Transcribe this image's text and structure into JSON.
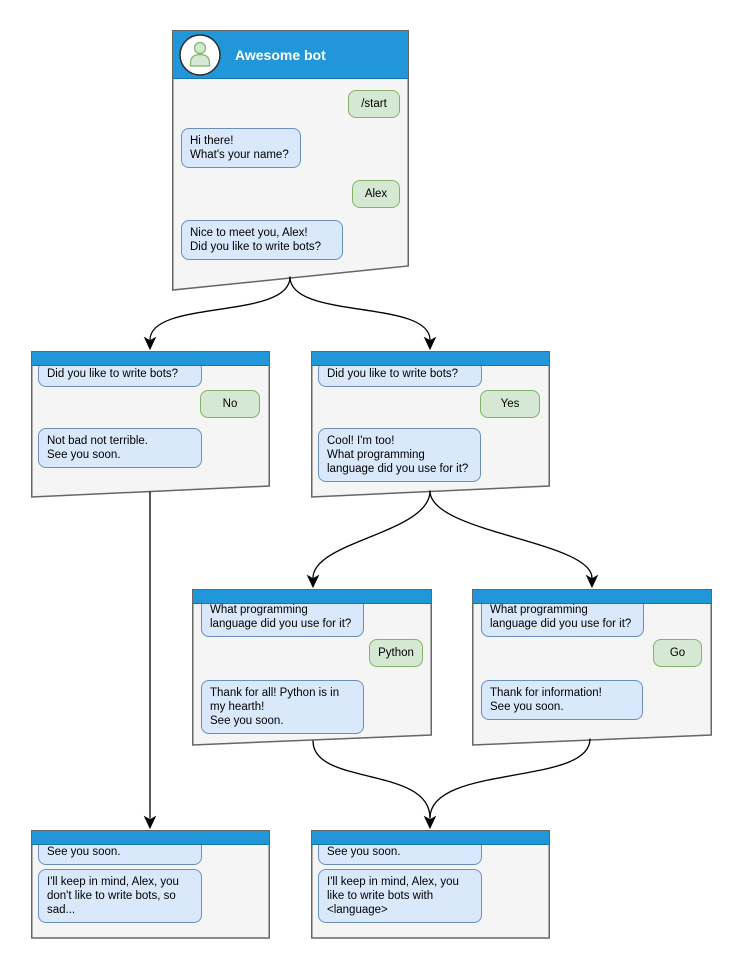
{
  "colors": {
    "header_blue": "#2196D8",
    "window_fill": "#F5F5F5",
    "window_border": "#666666",
    "bubble_blue_fill": "#DAE8FC",
    "bubble_blue_border": "#6C8EBF",
    "bubble_green_fill": "#D5E8D4",
    "bubble_green_border": "#82B366",
    "connector": "#000000",
    "avatar_fill": "#FFFFFF",
    "avatar_person_fill": "#D5E8D4",
    "avatar_person_stroke": "#82B366"
  },
  "icons": {
    "avatar": "person-silhouette",
    "arrow": "filled-arrowhead-down"
  },
  "windows": [
    {
      "id": "main",
      "title": "Awesome bot",
      "messages": [
        {
          "from": "user",
          "text": "/start"
        },
        {
          "from": "bot",
          "text": "Hi there!\nWhat's your name?"
        },
        {
          "from": "user",
          "text": "Alex"
        },
        {
          "from": "bot",
          "text": "Nice to meet you, Alex!\nDid you like to write bots?"
        }
      ]
    },
    {
      "id": "branch-no",
      "messages": [
        {
          "from": "bot",
          "text": "Did you like to write bots?"
        },
        {
          "from": "user",
          "text": "No"
        },
        {
          "from": "bot",
          "text": "Not bad not terrible.\nSee you soon."
        }
      ]
    },
    {
      "id": "branch-yes",
      "messages": [
        {
          "from": "bot",
          "text": "Did you like to write bots?"
        },
        {
          "from": "user",
          "text": "Yes"
        },
        {
          "from": "bot",
          "text": "Cool! I'm too!\nWhat programming\nlanguage did you use for it?"
        }
      ]
    },
    {
      "id": "branch-python",
      "messages": [
        {
          "from": "bot",
          "text": "What programming\nlanguage did you use for it?"
        },
        {
          "from": "user",
          "text": "Python"
        },
        {
          "from": "bot",
          "text": "Thank for all! Python is in\nmy hearth!\nSee you soon."
        }
      ]
    },
    {
      "id": "branch-go",
      "messages": [
        {
          "from": "bot",
          "text": "What programming\nlanguage did you use for it?"
        },
        {
          "from": "user",
          "text": "Go"
        },
        {
          "from": "bot",
          "text": "Thank for information!\nSee you soon."
        }
      ]
    },
    {
      "id": "end-no",
      "messages": [
        {
          "from": "bot",
          "text": "See you soon."
        },
        {
          "from": "bot",
          "text": "I'll keep in mind, Alex, you\ndon't like to write bots, so\nsad..."
        }
      ]
    },
    {
      "id": "end-yes",
      "messages": [
        {
          "from": "bot",
          "text": "See you soon."
        },
        {
          "from": "bot",
          "text": "I'll keep in mind, Alex, you\nlike to write bots with\n<language>"
        }
      ]
    }
  ]
}
